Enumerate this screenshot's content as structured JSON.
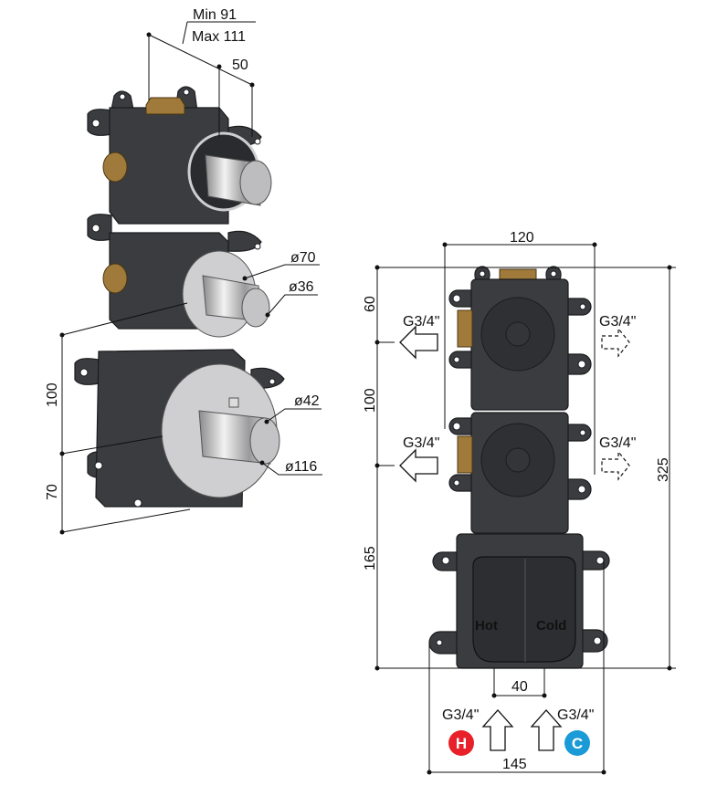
{
  "left_view": {
    "depth_min": "Min 91",
    "depth_max": "Max 111",
    "depth_step": "50",
    "plate_diameter_small": "ø70",
    "knob_diameter_small": "ø36",
    "knob_diameter_large": "ø42",
    "plate_diameter_large": "ø116",
    "spacing_upper": "100",
    "spacing_lower": "70"
  },
  "front_view": {
    "width": "120",
    "top_offset": "60",
    "module_pitch": "100",
    "bottom_module": "165",
    "total_height": "325",
    "inlet_spacing": "40",
    "mount_width": "145",
    "outlet_left_1": "G3/4\"",
    "outlet_right_1": "G3/4\"",
    "outlet_left_2": "G3/4\"",
    "outlet_right_2": "G3/4\"",
    "inlet_hot": "G3/4\"",
    "inlet_cold": "G3/4\"",
    "hot_label": "Hot",
    "cold_label": "Cold",
    "hot_badge": "H",
    "cold_badge": "C",
    "hot_color": "#e8202a",
    "cold_color": "#1a9ad6"
  }
}
